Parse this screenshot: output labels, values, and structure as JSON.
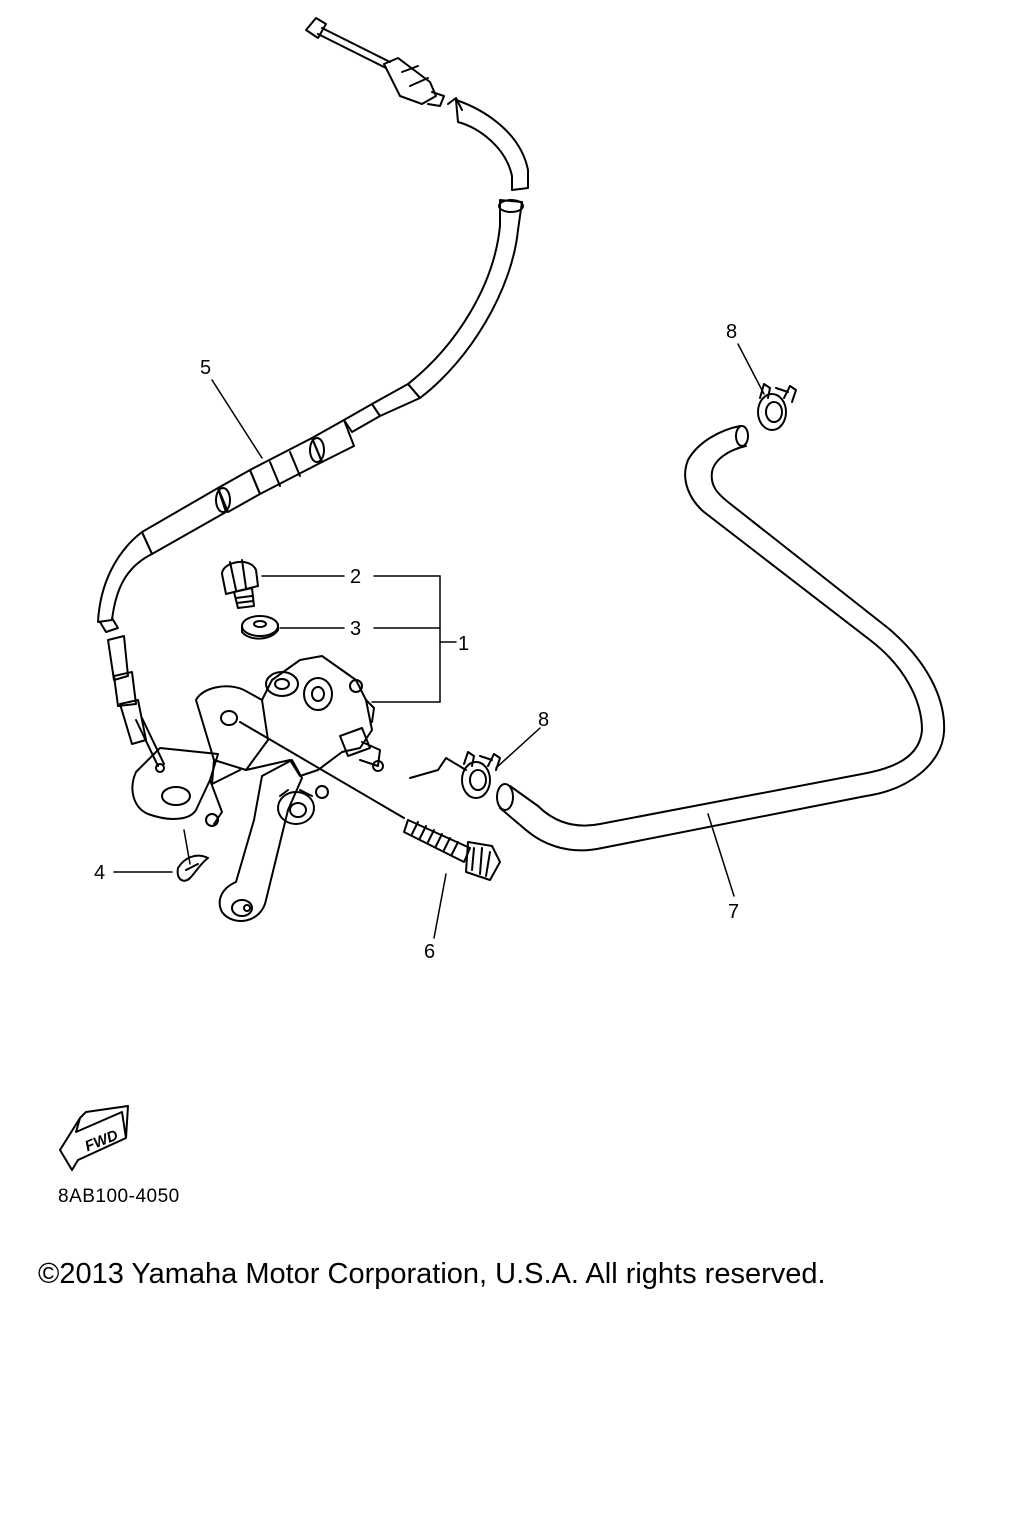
{
  "diagram": {
    "callouts": {
      "oil_pump_assembly": "1",
      "bolt": "2",
      "gasket": "3",
      "clip": "4",
      "oil_pump_cable": "5",
      "adjusting_screw": "6",
      "oil_hose": "7",
      "hose_clamp_upper": "8",
      "hose_clamp_lower": "8"
    },
    "orientation_badge": "FWD",
    "diagram_code": "8AB100-4050"
  },
  "footer": {
    "copyright": "©2013 Yamaha Motor Corporation, U.S.A. All rights reserved."
  },
  "colors": {
    "line": "#000000",
    "background": "#ffffff"
  }
}
